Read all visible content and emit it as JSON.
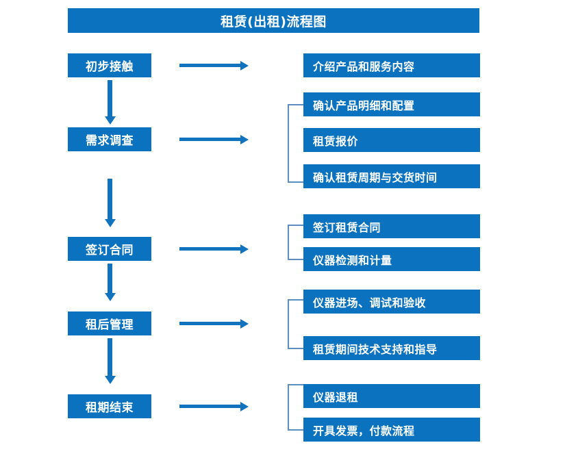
{
  "title": "租赁(出租)流程图",
  "colors": {
    "box_blue": "#0A72BF",
    "arrow_blue": "#1173BE",
    "bracket_gray_blue": "#5B8DC0",
    "text_white": "#FFFFFF",
    "background": "#FFFFFF"
  },
  "chart_data": {
    "type": "diagram",
    "title": "租赁(出租)流程图",
    "diagram_kind": "flowchart",
    "orientation": "vertical-stages-with-horizontal-details",
    "stages": [
      {
        "label": "初步接触",
        "details": [
          "介绍产品和服务内容"
        ],
        "bracketed": false
      },
      {
        "label": "需求调查",
        "details": [
          "确认产品明细和配置",
          "租赁报价",
          "确认租赁周期与交货时间"
        ],
        "bracketed": true
      },
      {
        "label": "签订合同",
        "details": [
          "签订租赁合同",
          "仪器检测和计量"
        ],
        "bracketed": true
      },
      {
        "label": "租后管理",
        "details": [
          "仪器进场、调试和验收",
          "租赁期间技术支持和指导"
        ],
        "bracketed": true
      },
      {
        "label": "租期结束",
        "details": [
          "仪器退租",
          "开具发票，付款流程"
        ],
        "bracketed": true
      }
    ]
  },
  "stages": [
    {
      "label": "初步接触"
    },
    {
      "label": "需求调查"
    },
    {
      "label": "签订合同"
    },
    {
      "label": "租后管理"
    },
    {
      "label": "租期结束"
    }
  ],
  "details": [
    {
      "label": "介绍产品和服务内容"
    },
    {
      "label": "确认产品明细和配置"
    },
    {
      "label": "租赁报价"
    },
    {
      "label": "确认租赁周期与交货时间"
    },
    {
      "label": "签订租赁合同"
    },
    {
      "label": "仪器检测和计量"
    },
    {
      "label": "仪器进场、调试和验收"
    },
    {
      "label": "租赁期间技术支持和指导"
    },
    {
      "label": "仪器退租"
    },
    {
      "label": "开具发票，付款流程"
    }
  ]
}
